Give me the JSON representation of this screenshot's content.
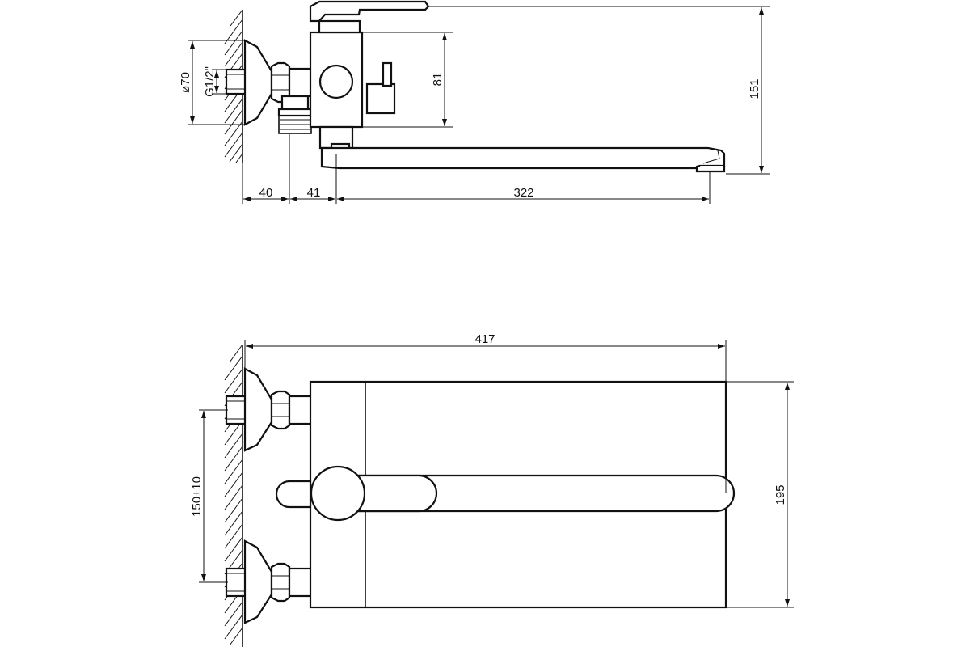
{
  "diagram": {
    "side_view": {
      "dim_width_40": "40",
      "dim_width_41": "41",
      "dim_spout_322": "322",
      "dim_body_81": "81",
      "dim_height_151": "151",
      "dim_flange_diameter": "ø70",
      "dim_thread": "G1/2\""
    },
    "top_view": {
      "dim_overall_417": "417",
      "dim_depth_195": "195",
      "dim_spacing": "150±10"
    }
  }
}
